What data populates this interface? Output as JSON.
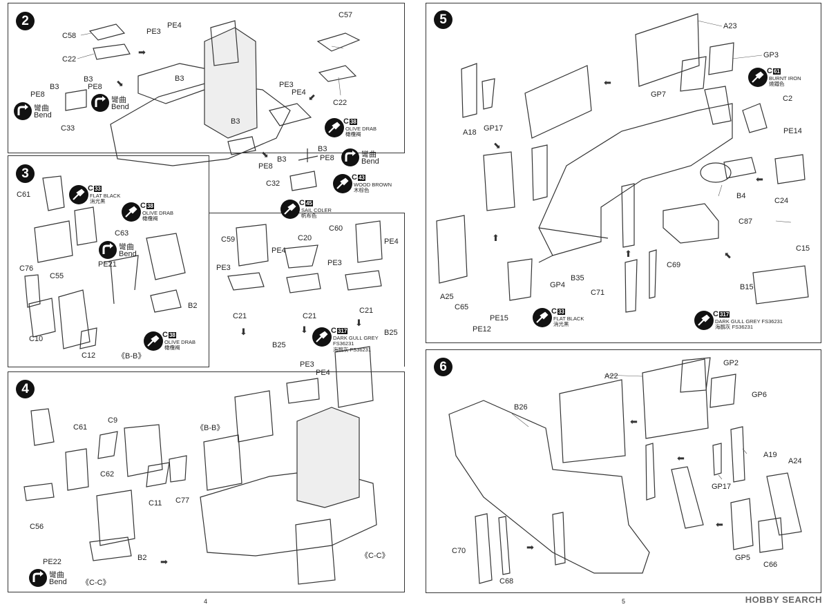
{
  "steps": {
    "s2": "2",
    "s3": "3",
    "s4": "4",
    "s5": "5",
    "s6": "6"
  },
  "parts": {
    "p2_C58": "C58",
    "p2_PE3": "PE3",
    "p2_PE4": "PE4",
    "p2_C22a": "C22",
    "p2_B3a": "B3",
    "p2_B3b": "B3",
    "p2_PE8a": "PE8",
    "p2_PE8b": "PE8",
    "p2_B3c": "B3",
    "p2_C33": "C33",
    "p2_B3d": "B3",
    "p2_C57": "C57",
    "p2_C22b": "C22",
    "p2_PE3b": "PE3",
    "p2_PE4b": "PE4",
    "p2_B3e": "B3",
    "p2_B3f": "B3",
    "p2_PE8c": "PE8",
    "p2_PE8d": "PE8",
    "p2_C32": "C32",
    "p3_C61": "C61",
    "p3_C63": "C63",
    "p3_C55": "C55",
    "p3_PE21": "PE21",
    "p3_C76": "C76",
    "p3_B2": "B2",
    "p3_C10": "C10",
    "p3_C12": "C12",
    "p4_C61": "C61",
    "p4_C9": "C9",
    "p4_C62": "C62",
    "p4_C11": "C11",
    "p4_C77": "C77",
    "p4_C56": "C56",
    "p4_PE22": "PE22",
    "p4_B2": "B2",
    "pc_C59": "C59",
    "pc_C20": "C20",
    "pc_C60": "C60",
    "pc_PE4a": "PE4",
    "pc_PE3a": "PE3",
    "pc_PE4b": "PE4",
    "pc_PE3b": "PE3",
    "pc_C21a": "C21",
    "pc_C21b": "C21",
    "pc_C21c": "C21",
    "pc_B25a": "B25",
    "pc_B25b": "B25",
    "pc_PE3c": "PE3",
    "pc_PE4c": "PE4",
    "p5_A23": "A23",
    "p5_GP3": "GP3",
    "p5_GP7": "GP7",
    "p5_C2": "C2",
    "p5_A18": "A18",
    "p5_GP17": "GP17",
    "p5_PE14": "PE14",
    "p5_B4": "B4",
    "p5_C24": "C24",
    "p5_C87": "C87",
    "p5_C15": "C15",
    "p5_B15": "B15",
    "p5_C69": "C69",
    "p5_C71": "C71",
    "p5_B35": "B35",
    "p5_GP4": "GP4",
    "p5_A25": "A25",
    "p5_C65": "C65",
    "p5_PE15": "PE15",
    "p5_PE12": "PE12",
    "p6_GP2": "GP2",
    "p6_A22": "A22",
    "p6_GP6": "GP6",
    "p6_B26": "B26",
    "p6_A19": "A19",
    "p6_A24": "A24",
    "p6_GP17": "GP17",
    "p6_C70": "C70",
    "p6_GP5": "GP5",
    "p6_C68": "C68",
    "p6_C66": "C66"
  },
  "section_labels": {
    "bb3": "《B-B》",
    "bb4": "《B-B》",
    "cc4a": "《C-C》",
    "cc4b": "《C-C》"
  },
  "paints": {
    "olive1": {
      "code": "C",
      "num": "38",
      "en": "OLIVE DRAB",
      "cn": "橄欖褐"
    },
    "wood": {
      "code": "C",
      "num": "43",
      "en": "WOOD BROWN",
      "cn": "木棕色"
    },
    "flat3": {
      "code": "C",
      "num": "33",
      "en": "FLAT BLACK",
      "cn": "消光黑"
    },
    "olive3a": {
      "code": "C",
      "num": "38",
      "en": "OLIVE DRAB",
      "cn": "橄欖褐"
    },
    "olive3b": {
      "code": "C",
      "num": "38",
      "en": "OLIVE DRAB",
      "cn": "橄欖褐"
    },
    "sail": {
      "code": "C",
      "num": "45",
      "en": "SAIL COLER",
      "cn": "帆布色"
    },
    "grey4": {
      "code": "C",
      "num": "317",
      "en": "DARK GULL GREY FS36231",
      "cn": "海鷗灰 FS36231"
    },
    "burnt": {
      "code": "C",
      "num": "61",
      "en": "BURNT IRON",
      "cn": "燒鐵色"
    },
    "flat5": {
      "code": "C",
      "num": "33",
      "en": "FLAT BLACK",
      "cn": "消光黑"
    },
    "grey5": {
      "code": "C",
      "num": "317",
      "en": "DARK GULL GREY FS36231",
      "cn": "海鷗灰 FS36231"
    }
  },
  "bends": {
    "b2a": {
      "cn": "彎曲",
      "en": "Bend"
    },
    "b2b": {
      "cn": "彎曲",
      "en": "Bend"
    },
    "b2c": {
      "cn": "彎曲",
      "en": "Bend"
    },
    "b3": {
      "cn": "彎曲",
      "en": "Bend"
    },
    "b4": {
      "cn": "彎曲",
      "en": "Bend"
    }
  },
  "pages": {
    "left": "4",
    "right": "5"
  },
  "watermark": "HOBBY SEARCH",
  "colors": {
    "line": "#333333",
    "bg": "#ffffff",
    "badge": "#111111"
  }
}
